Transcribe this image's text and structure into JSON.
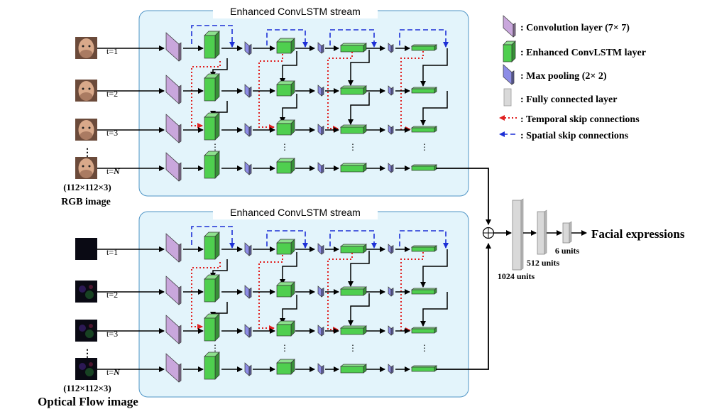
{
  "streams": [
    {
      "title": "Enhanced ConvLSTM stream",
      "input_caption": "(112×112×3)",
      "input_name": "RGB image",
      "frame_kind": "face",
      "time_labels": [
        "t=1",
        "t=2",
        "t=3",
        "t="
      ],
      "last_time_symbol": "N"
    },
    {
      "title": "Enhanced ConvLSTM stream",
      "input_caption": "(112×112×3)",
      "input_name": "Optical  Flow image",
      "frame_kind": "flow",
      "time_labels": [
        "t=1",
        "t=2",
        "t=3",
        "t="
      ],
      "last_time_symbol": "N"
    }
  ],
  "ellipsis": "⋮",
  "legend": [
    {
      "label": ": Convolution layer (7× 7)",
      "icon": "convolution-layer-icon"
    },
    {
      "label": ": Enhanced ConvLSTM layer",
      "icon": "convlstm-layer-icon"
    },
    {
      "label": ": Max pooling (2× 2)",
      "icon": "max-pooling-icon"
    },
    {
      "label": ": Fully connected layer",
      "icon": "fully-connected-icon"
    },
    {
      "label": ": Temporal skip connections",
      "icon": "temporal-skip-arrow-icon"
    },
    {
      "label": ": Spatial skip connections",
      "icon": "spatial-skip-arrow-icon"
    }
  ],
  "fusion": {
    "fc_units": [
      "1024 units",
      "512 units",
      "6 units"
    ],
    "output": "Facial expressions"
  },
  "colors": {
    "panel_fill": "#e3f4fb",
    "panel_border": "#4f95c6",
    "conv": "#c9a7dc",
    "convlstm": "#4fcf4f",
    "pool": "#8c8ce6",
    "fc": "#d9d9d9",
    "temporal": "#e02020",
    "spatial": "#1c2fd6"
  }
}
